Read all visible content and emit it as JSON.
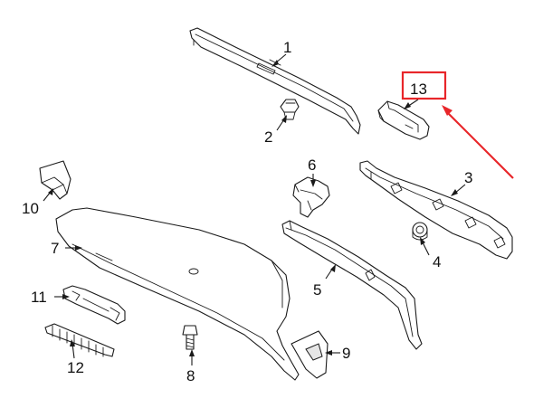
{
  "diagram": {
    "callouts": [
      {
        "id": "1",
        "label": "1"
      },
      {
        "id": "2",
        "label": "2"
      },
      {
        "id": "3",
        "label": "3"
      },
      {
        "id": "4",
        "label": "4"
      },
      {
        "id": "5",
        "label": "5"
      },
      {
        "id": "6",
        "label": "6"
      },
      {
        "id": "7",
        "label": "7"
      },
      {
        "id": "8",
        "label": "8"
      },
      {
        "id": "9",
        "label": "9"
      },
      {
        "id": "10",
        "label": "10"
      },
      {
        "id": "11",
        "label": "11"
      },
      {
        "id": "12",
        "label": "12"
      },
      {
        "id": "13",
        "label": "13"
      }
    ],
    "highlight": {
      "target": "13",
      "color": "#e8262a"
    }
  }
}
